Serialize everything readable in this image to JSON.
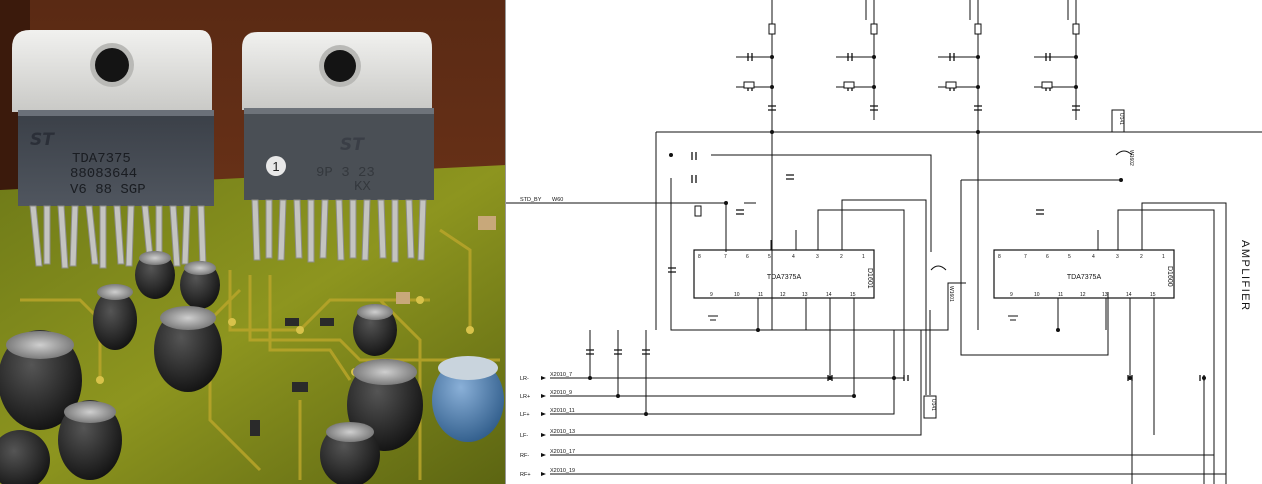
{
  "photo": {
    "chip1": {
      "logo": "ST",
      "part": "TDA7375",
      "code": "88083644",
      "origin": "V6  88 SGP"
    },
    "chip2": {
      "logo": "ST",
      "pin1_mark": "1",
      "code": "9P   3 23",
      "origin": "KX"
    }
  },
  "schematic": {
    "title": "AMPLIFIER",
    "ic1": {
      "part": "TDA7375A",
      "ref": "D1601"
    },
    "ic2": {
      "part": "TDA7375A",
      "ref": "D1600"
    },
    "standby": {
      "net": "STD_BY",
      "ref": "W60"
    },
    "connectors": [
      {
        "net": "LR-",
        "pin": "X2010_7"
      },
      {
        "net": "LR+",
        "pin": "X2010_9"
      },
      {
        "net": "LF+",
        "pin": "X2010_11"
      },
      {
        "net": "LF-",
        "pin": "X2010_13"
      },
      {
        "net": "RF-",
        "pin": "X2010_17"
      },
      {
        "net": "RF+",
        "pin": "X2010_19"
      }
    ],
    "refs": {
      "u41a": "U141",
      "u41b": "U141",
      "w1602": "W1602",
      "w1601": "W1601"
    }
  }
}
